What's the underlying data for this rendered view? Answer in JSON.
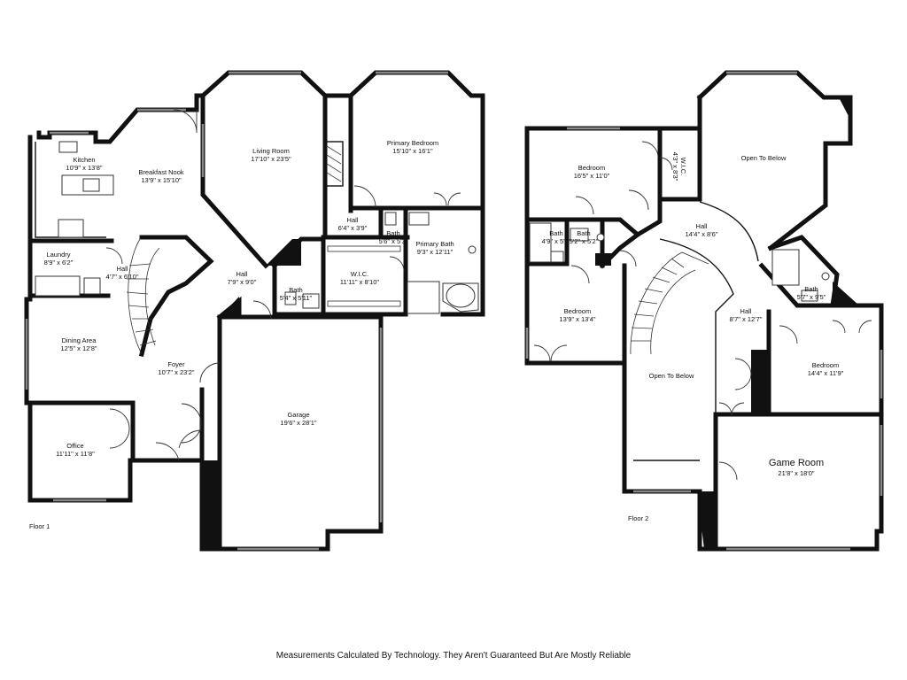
{
  "floors": [
    {
      "label": "Floor 1",
      "rooms": [
        {
          "name": "Kitchen",
          "dims": "10'9\" x 13'8\""
        },
        {
          "name": "Breakfast Nook",
          "dims": "13'9\" x 15'10\""
        },
        {
          "name": "Living Room",
          "dims": "17'10\" x 23'5\""
        },
        {
          "name": "Primary Bedroom",
          "dims": "15'10\" x 16'1\""
        },
        {
          "name": "Laundry",
          "dims": "8'9\" x 6'2\""
        },
        {
          "name": "Hall",
          "dims": "4'7\" x 6'10\""
        },
        {
          "name": "Hall",
          "dims": "7'9\" x 9'0\""
        },
        {
          "name": "Hall",
          "dims": "6'4\" x 3'9\""
        },
        {
          "name": "Bath",
          "dims": "5'4\" x 5'11\""
        },
        {
          "name": "Bath",
          "dims": "5'6\" x 5'3\""
        },
        {
          "name": "Primary Bath",
          "dims": "9'3\" x 12'11\""
        },
        {
          "name": "W.I.C.",
          "dims": "11'11\" x 8'10\""
        },
        {
          "name": "Dining Area",
          "dims": "12'5\" x 12'8\""
        },
        {
          "name": "Foyer",
          "dims": "10'7\" x 23'2\""
        },
        {
          "name": "Garage",
          "dims": "19'6\" x 28'1\""
        },
        {
          "name": "Office",
          "dims": "11'11\" x 11'8\""
        }
      ]
    },
    {
      "label": "Floor 2",
      "rooms": [
        {
          "name": "Bedroom",
          "dims": "16'5\" x 11'0\""
        },
        {
          "name": "W.I.C.",
          "dims": "4'3\" x 8'3\""
        },
        {
          "name": "Open To Below",
          "dims": ""
        },
        {
          "name": "Hall",
          "dims": "14'4\" x 8'6\""
        },
        {
          "name": "Bath",
          "dims": "4'9\" x 5'2\""
        },
        {
          "name": "Bath",
          "dims": "5'2\" x 5'2\""
        },
        {
          "name": "Bedroom",
          "dims": "13'9\" x 13'4\""
        },
        {
          "name": "Bath",
          "dims": "5'7\" x 9'5\""
        },
        {
          "name": "Hall",
          "dims": "8'7\" x 12'7\""
        },
        {
          "name": "Open To Below",
          "dims": ""
        },
        {
          "name": "Bedroom",
          "dims": "14'4\" x 11'9\""
        },
        {
          "name": "Game Room",
          "dims": "21'8\" x 18'0\""
        }
      ]
    }
  ],
  "disclaimer": "Measurements Calculated By Technology. They Aren't Guaranteed But Are Mostly Reliable"
}
